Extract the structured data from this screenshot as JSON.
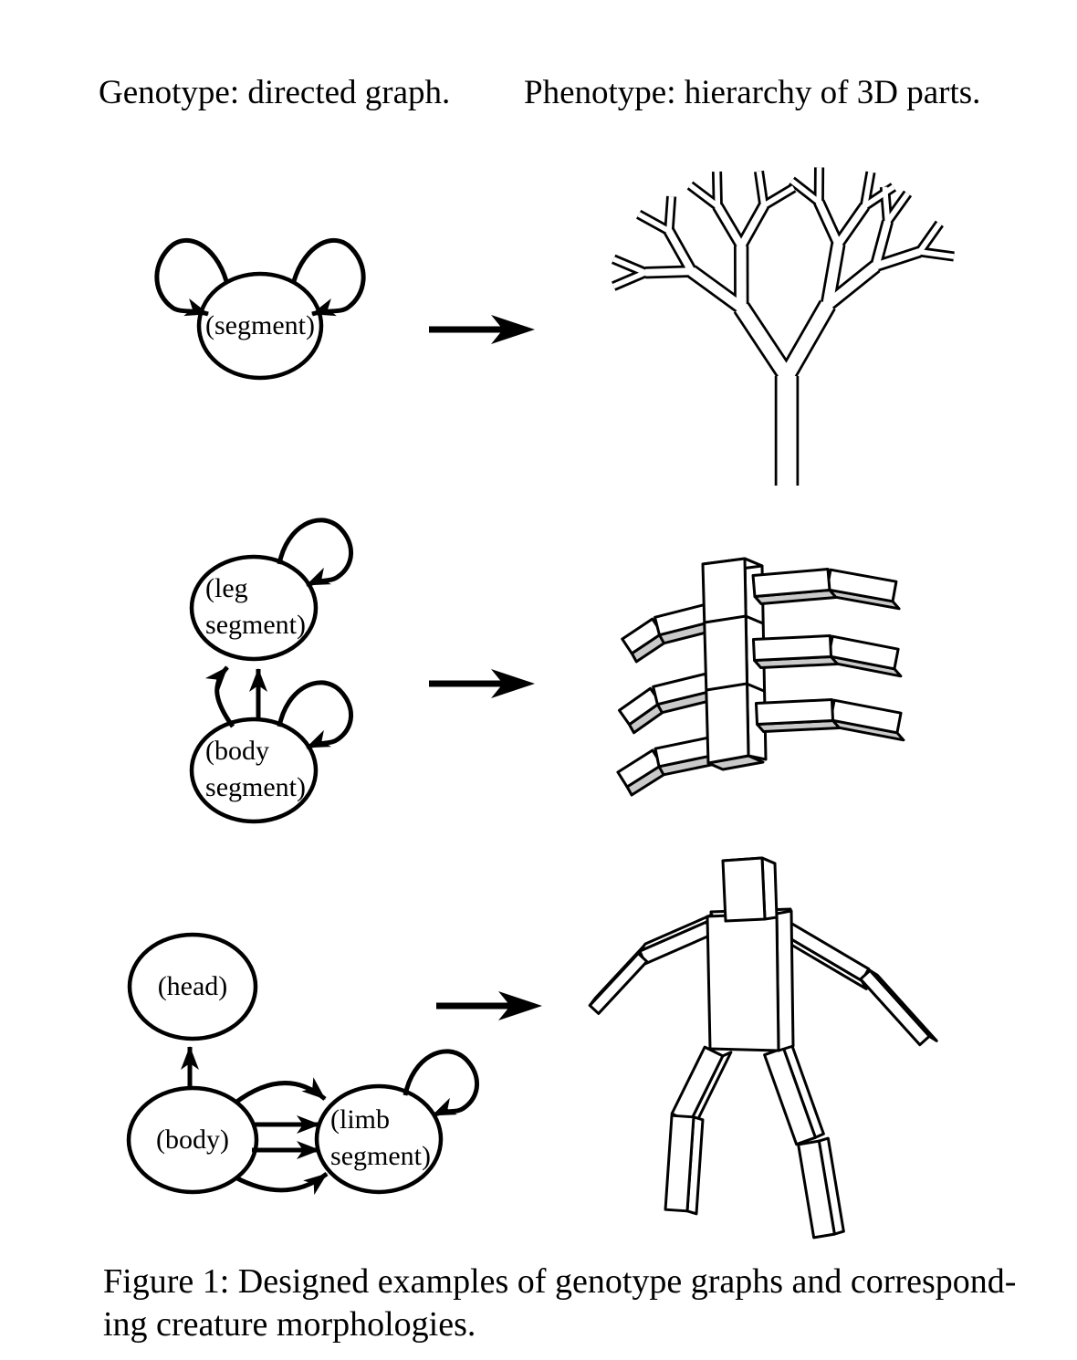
{
  "headers": {
    "genotype": "Genotype: directed graph.",
    "phenotype": "Phenotype: hierarchy of 3D parts."
  },
  "graphs": {
    "row1": {
      "nodes": {
        "segment": {
          "label": "(segment)"
        }
      },
      "edges": [
        {
          "from": "segment",
          "to": "segment",
          "type": "self-loop",
          "side": "left"
        },
        {
          "from": "segment",
          "to": "segment",
          "type": "self-loop",
          "side": "right"
        }
      ],
      "phenotype_description": "branching tree of rigid 3D box segments"
    },
    "row2": {
      "nodes": {
        "leg_segment": {
          "label_line1": "(leg",
          "label_line2": "segment)"
        },
        "body_segment": {
          "label_line1": "(body",
          "label_line2": "segment)"
        }
      },
      "edges": [
        {
          "from": "leg_segment",
          "to": "leg_segment",
          "type": "self-loop"
        },
        {
          "from": "body_segment",
          "to": "body_segment",
          "type": "self-loop"
        },
        {
          "from": "body_segment",
          "to": "leg_segment",
          "type": "curved"
        },
        {
          "from": "body_segment",
          "to": "leg_segment",
          "type": "straight"
        }
      ],
      "phenotype_description": "three-segment arched body with three pairs of two-part legs"
    },
    "row3": {
      "nodes": {
        "head": {
          "label": "(head)"
        },
        "body": {
          "label": "(body)"
        },
        "limb_segment": {
          "label_line1": "(limb",
          "label_line2": "segment)"
        }
      },
      "edges": [
        {
          "from": "body",
          "to": "head",
          "type": "straight"
        },
        {
          "from": "body",
          "to": "limb_segment",
          "type": "curved-top"
        },
        {
          "from": "body",
          "to": "limb_segment",
          "type": "straight"
        },
        {
          "from": "body",
          "to": "limb_segment",
          "type": "straight"
        },
        {
          "from": "body",
          "to": "limb_segment",
          "type": "curved-bottom"
        },
        {
          "from": "limb_segment",
          "to": "limb_segment",
          "type": "self-loop"
        }
      ],
      "phenotype_description": "humanoid of boxes: head, torso, two jointed arms, two jointed legs"
    }
  },
  "caption": {
    "line1": "Figure 1: Designed examples of genotype graphs and correspond-",
    "line2": "ing creature morphologies."
  },
  "colors": {
    "ink": "#000000",
    "paper": "#ffffff",
    "shade": "#c9c9c9"
  }
}
